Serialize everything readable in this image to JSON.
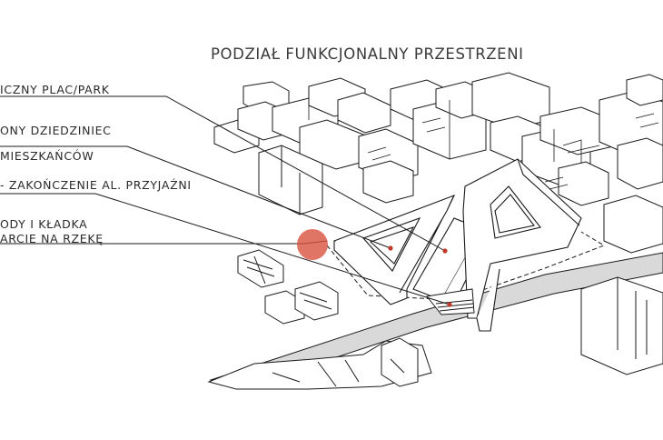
{
  "title": "PODZIAŁ FUNKCJONALNY PRZESTRZENI",
  "labels": {
    "plac": "ICZNY PLAC/PARK",
    "dziedziniec_1": "ONY DZIEDZINIEC",
    "dziedziniec_2": "MIESZKAŃCÓW",
    "zakonczenie": "- ZAKOŃCZENIE AL. PRZYJAŹNI",
    "schody_1": "ODY I KŁADKA",
    "schody_2": "ARCIE NA RZEKĘ"
  },
  "colors": {
    "line": "#1a1a1a",
    "road": "#d9d9d9",
    "highlight": "#d9533f",
    "marker": "#c0392b"
  }
}
